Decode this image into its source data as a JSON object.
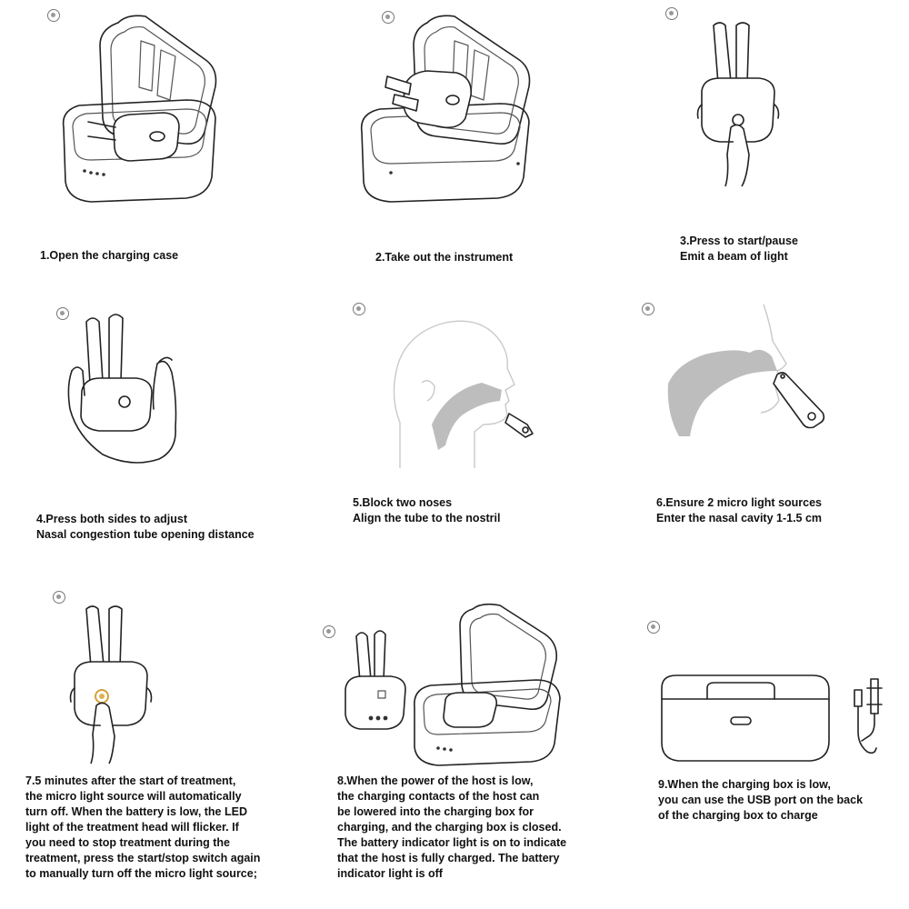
{
  "steps": [
    {
      "caption": "1.Open the charging case",
      "illustration": "open-charging-case"
    },
    {
      "caption": "2.Take out the instrument",
      "illustration": "take-out-instrument"
    },
    {
      "caption": "3.Press to start/pause\nEmit a beam of light",
      "illustration": "press-start-pause"
    },
    {
      "caption": "4.Press both sides to adjust\nNasal congestion tube opening distance",
      "illustration": "adjust-tube-distance"
    },
    {
      "caption": "5.Block two noses\nAlign the tube to the nostril",
      "illustration": "align-tube-nostril"
    },
    {
      "caption": "6.Ensure 2 micro light sources\nEnter the nasal cavity 1-1.5 cm",
      "illustration": "insert-nasal-cavity"
    },
    {
      "caption": "7.5 minutes after the start of treatment,\n the micro light source will automatically\n turn off. When the battery is low, the LED\nlight of the treatment head will flicker. If\n you need to stop treatment during the\ntreatment, press the start/stop switch again\nto manually turn off the micro light source;",
      "illustration": "auto-off-led-flicker"
    },
    {
      "caption": "8.When the power of the host is low,\nthe charging contacts of the host can\nbe lowered into the charging box for\ncharging, and the charging box is closed.\nThe battery indicator light is on to indicate\nthat the host is fully charged. The battery\nindicator light is off",
      "illustration": "recharge-host"
    },
    {
      "caption": "9.When the charging box is low,\nyou can use the USB port on the back\nof the charging box to charge",
      "illustration": "usb-charge-box"
    }
  ]
}
